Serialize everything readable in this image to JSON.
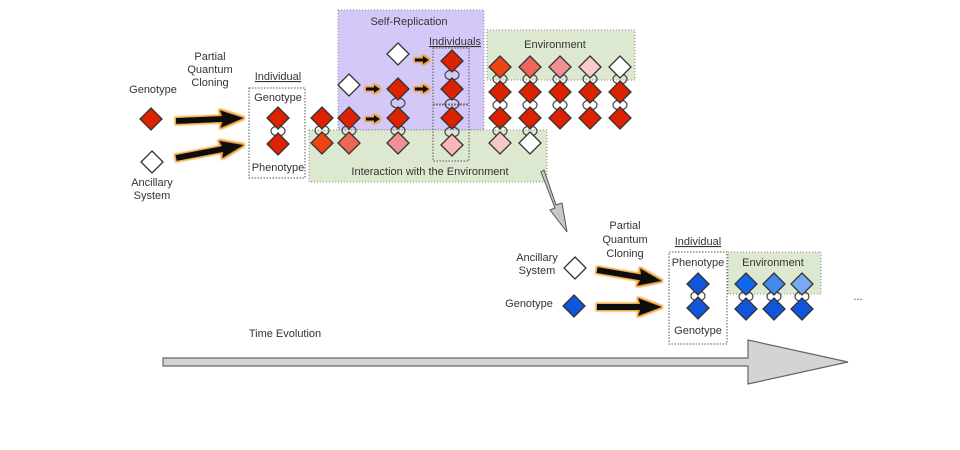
{
  "colors": {
    "genotype_red": "#dd2200",
    "white": "#ffffff",
    "blue": "#1155dd",
    "self_replication_bg": "#d4c8f8",
    "environment_bg": "#dde8d0",
    "arrow_gray": "#d0d0d0",
    "arrow_black": "#111111",
    "arrow_glow": "#f0a030"
  },
  "stage1": {
    "genotype_label": "Genotype",
    "ancillary_label_line1": "Ancillary",
    "ancillary_label_line2": "System",
    "cloning_line1": "Partial",
    "cloning_line2": "Quantum",
    "cloning_line3": "Cloning",
    "individual_title": "Individual",
    "individual_top_label": "Genotype",
    "individual_bottom_label": "Phenotype"
  },
  "self_replication": {
    "title": "Self-Replication",
    "individuals_label": "Individuals"
  },
  "environment_top": {
    "title": "Environment"
  },
  "interaction": {
    "title": "Interaction with the Environment"
  },
  "environment_columns": {
    "top_colors": [
      "#ee4411",
      "#ee6655",
      "#f09090",
      "#f8cccc",
      "#ffffff"
    ]
  },
  "stage2": {
    "ancillary_label_line1": "Ancillary",
    "ancillary_label_line2": "System",
    "genotype_label": "Genotype",
    "cloning_line1": "Partial",
    "cloning_line2": "Quantum",
    "cloning_line3": "Cloning",
    "individual_title": "Individual",
    "individual_top_label": "Phenotype",
    "individual_bottom_label": "Genotype",
    "environment_title": "Environment",
    "env_top_colors": [
      "#1166ee",
      "#4488ee",
      "#77aaee"
    ],
    "ellipsis": "..."
  },
  "timeline": {
    "label": "Time Evolution"
  }
}
